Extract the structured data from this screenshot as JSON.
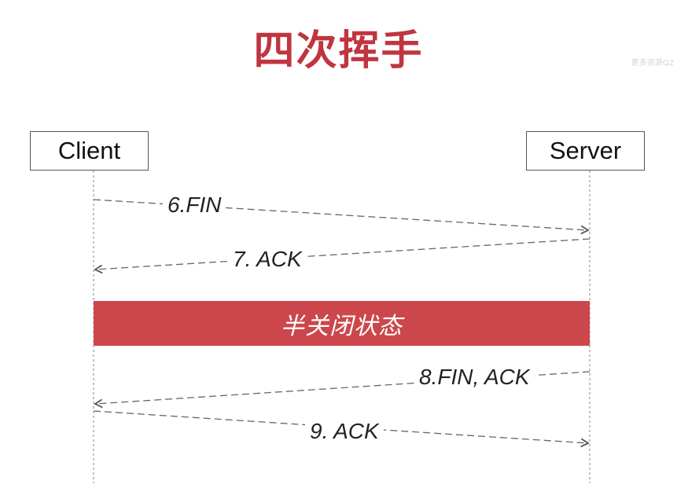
{
  "title": "四次挥手",
  "watermark": "更多资源Q2",
  "actors": {
    "client": "Client",
    "server": "Server"
  },
  "messages": [
    {
      "label": "6.FIN",
      "direction": "client-to-server"
    },
    {
      "label": "7. ACK",
      "direction": "server-to-client"
    },
    {
      "label": "8.FIN, ACK",
      "direction": "server-to-client"
    },
    {
      "label": "9. ACK",
      "direction": "client-to-server"
    }
  ],
  "state_band": {
    "label": "半关闭状态"
  },
  "colors": {
    "accent": "#c0353f",
    "band": "#cb474c",
    "line": "#666666"
  }
}
